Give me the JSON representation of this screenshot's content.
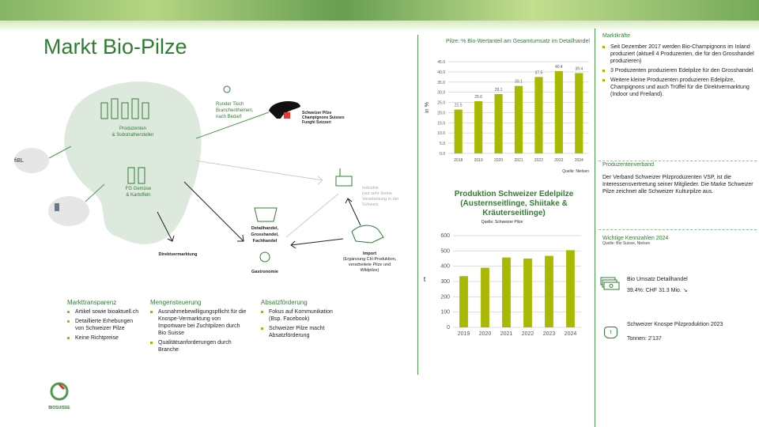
{
  "title": "Markt Bio-Pilze",
  "diagram": {
    "producers": "Produzenten",
    "producers2": "& Substrathersteller",
    "fg": "FG Gemüse",
    "fg2": "& Kartoffeln",
    "round_table": "Runder Tisch",
    "round_table2": "Branchenthemen,",
    "round_table3": "nach Bedarf",
    "vsp1": "Schweizer Pilze",
    "vsp2": "Champignons Suisses",
    "vsp3": "Funghi Svizzeri",
    "fibl": "fiBL",
    "industry1": "Industrie",
    "industry2": "(nur sehr kleine",
    "industry3": "Verarbeitung in der",
    "industry4": "Schweiz",
    "retail1": "Detailhandel,",
    "retail2": "Grosshandel,",
    "retail3": "Fachhandel",
    "gastro": "Gastronomie",
    "direct": "Direktvermarktung",
    "import1": "Import",
    "import2": "(Ergänzung CH-Produktion,",
    "import3": "verarbeitete Pilze und",
    "import4": "Wildpilze)"
  },
  "bottom": [
    {
      "heading": "Markttransparenz",
      "items": [
        "Artikel sowie bioaktuell.ch",
        "Detaillierte Erhebungen von Schweizer Pilze",
        "Keine Richtpreise"
      ]
    },
    {
      "heading": "Mengensteuerung",
      "items": [
        "Ausnahmebewilligungspflicht für die Knospe-Vermarktung von Importware bei Zuchtpilzen durch Bio Suisse",
        "Qualitätsanforderungen durch Branche"
      ]
    },
    {
      "heading": "Absatzförderung",
      "items": [
        "Fokus auf Kommunikation (Bsp. Facebook)",
        "Schweizer Pilze macht Absatzförderung"
      ]
    }
  ],
  "right": {
    "marktkraefte": {
      "heading": "Marktkräfte",
      "items": [
        "Seit Dezember 2017 werden Bio-Champignons im Inland produziert (aktuell 4 Produzenten, die für den Grosshandel produzieren)",
        "3 Produzenten produzieren Edelpilze für den Grosshandel.",
        "Weitere kleine Produzenten produzieren Edelpilze, Champignons und auch Trüffel für die Direktvermarktung (Indoor und Freiland)."
      ]
    },
    "verband": {
      "heading": "Produzentenverband",
      "text": "Der Verband Schweizer Pilzproduzenten VSP, ist die Interessensvertretung seiner Mitglieder. Die Marke Schweizer Pilze zeichnet alle Schweizer Kulturpilze aus."
    },
    "kennzahlen": {
      "heading": "Wichtige Kennzahlen 2024",
      "source": "Quelle: Bio Suisse, Nielsen",
      "k1_label": "Bio Umsatz Detailhandel",
      "k1_value": "39.4%: CHF 31.3 Mio. ↘",
      "k2_label": "Schweizer Knospe Pilzproduktion 2023",
      "k2_value": "Tonnen: 2'137",
      "icon_ton": "t"
    }
  },
  "logo": "BIOSUISSE",
  "chart_data": [
    {
      "type": "bar",
      "title": "Pilze: % Bio-Wertanteil am Gesamtumsatz im Detailhandel",
      "ylabel": "in %",
      "source": "Quelle: Nielsen",
      "categories": [
        "2018",
        "2019",
        "2020",
        "2021",
        "2022",
        "2023",
        "2024"
      ],
      "values": [
        21.5,
        25.6,
        29.1,
        33.1,
        37.5,
        40.4,
        39.4
      ],
      "labels": [
        "21.5",
        "25.6",
        "29.1",
        "33.1",
        "37.5",
        "40.4",
        "39.4"
      ],
      "ylim": [
        0,
        45
      ],
      "yticks": [
        "0.0",
        "5.0",
        "10.0",
        "15.0",
        "20.0",
        "25.0",
        "30.0",
        "35.0",
        "40.0",
        "45.0"
      ],
      "color": "#a9b800"
    },
    {
      "type": "bar",
      "title": "Produktion Schweizer Edelpilze (Austernseitlinge, Shiitake & Kräuterseitlinge)",
      "source": "Quelle: Schweizer Pilze",
      "ylabel": "t",
      "categories": [
        "2019",
        "2020",
        "2021",
        "2022",
        "2023",
        "2024"
      ],
      "values": [
        335,
        390,
        457,
        450,
        468,
        505
      ],
      "ylim": [
        0,
        600
      ],
      "yticks": [
        "0",
        "100",
        "200",
        "300",
        "400",
        "500",
        "600"
      ],
      "color": "#a9b800"
    }
  ]
}
